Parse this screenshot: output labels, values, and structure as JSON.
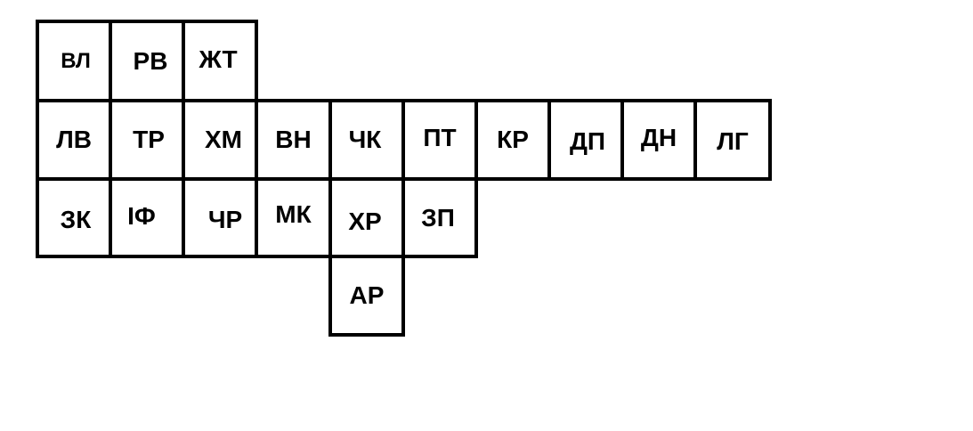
{
  "tiles": [
    {
      "id": "vl",
      "label": "ВЛ",
      "row": 0,
      "col": 0
    },
    {
      "id": "rv",
      "label": "РВ",
      "row": 0,
      "col": 1
    },
    {
      "id": "zht",
      "label": "ЖТ",
      "row": 0,
      "col": 2
    },
    {
      "id": "lv",
      "label": "ЛВ",
      "row": 1,
      "col": 0
    },
    {
      "id": "tr",
      "label": "ТР",
      "row": 1,
      "col": 1
    },
    {
      "id": "khm",
      "label": "ХМ",
      "row": 1,
      "col": 2
    },
    {
      "id": "vn",
      "label": "ВН",
      "row": 1,
      "col": 3
    },
    {
      "id": "chk",
      "label": "ЧК",
      "row": 1,
      "col": 4
    },
    {
      "id": "pt",
      "label": "ПТ",
      "row": 1,
      "col": 5
    },
    {
      "id": "kr",
      "label": "КР",
      "row": 1,
      "col": 6
    },
    {
      "id": "dp",
      "label": "ДП",
      "row": 1,
      "col": 7
    },
    {
      "id": "dn",
      "label": "ДН",
      "row": 1,
      "col": 8
    },
    {
      "id": "lg",
      "label": "ЛГ",
      "row": 1,
      "col": 9
    },
    {
      "id": "zk",
      "label": "ЗК",
      "row": 2,
      "col": 0
    },
    {
      "id": "if",
      "label": "ІФ",
      "row": 2,
      "col": 1
    },
    {
      "id": "chr",
      "label": "ЧР",
      "row": 2,
      "col": 2
    },
    {
      "id": "mk",
      "label": "МК",
      "row": 2,
      "col": 3
    },
    {
      "id": "khr",
      "label": "ХР",
      "row": 2,
      "col": 4
    },
    {
      "id": "zp",
      "label": "ЗП",
      "row": 2,
      "col": 5
    },
    {
      "id": "ar",
      "label": "АР",
      "row": 3,
      "col": 4
    }
  ],
  "colors": {
    "border": "#000000",
    "fill": "#ffffff",
    "text": "#000000"
  }
}
